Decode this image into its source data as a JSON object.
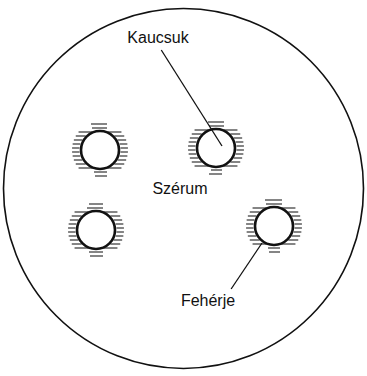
{
  "diagram": {
    "labels": [
      "Kaucsuk",
      "Szérum",
      "Fehérje"
    ]
  }
}
